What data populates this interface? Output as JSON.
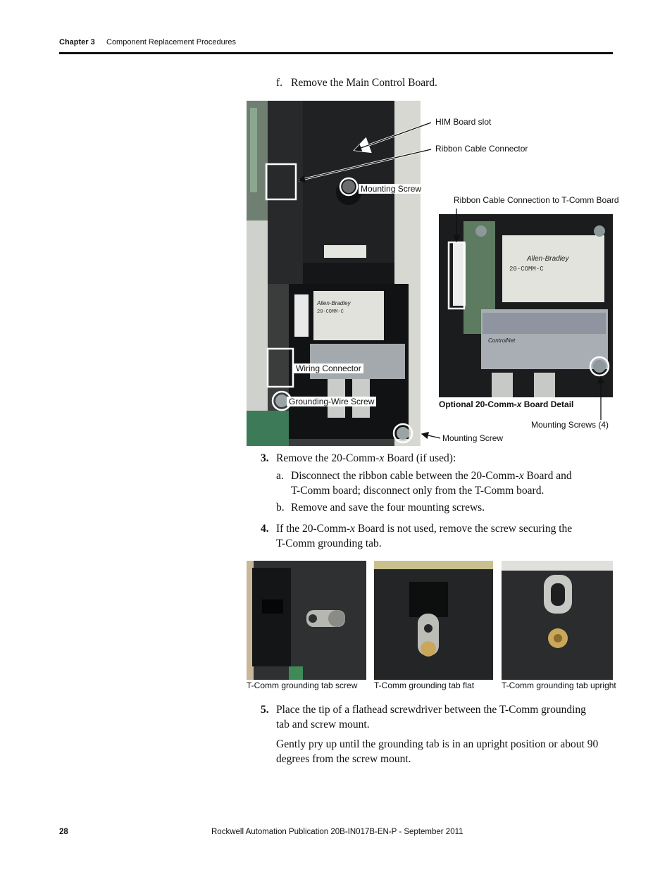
{
  "header": {
    "chapter": "Chapter 3",
    "title": "Component Replacement Procedures"
  },
  "steps": {
    "f_label": "f.",
    "f_text": "Remove the Main Control Board.",
    "s3_num": "3.",
    "s3_pre": "Remove the 20-Comm-",
    "s3_italic": "x",
    "s3_post": " Board (if used):",
    "s3a_label": "a.",
    "s3a_line1_pre": "Disconnect the ribbon cable between the 20-Comm-",
    "s3a_line1_italic": "x",
    "s3a_line1_post": " Board and",
    "s3a_line2": "T-Comm board; disconnect only from the T-Comm board.",
    "s3b_label": "b.",
    "s3b_text": "Remove and save the four mounting screws.",
    "s4_num": "4.",
    "s4_line1_pre": "If the 20-Comm-",
    "s4_line1_italic": "x",
    "s4_line1_post": " Board is not used, remove the screw securing the",
    "s4_line2": "T-Comm grounding tab.",
    "s5_num": "5.",
    "s5_line1": "Place the tip of a flathead screwdriver between the T-Comm grounding",
    "s5_line2": "tab and screw mount.",
    "s5_p2_line1": "Gently pry up until the grounding tab is in an upright position or about 90",
    "s5_p2_line2": "degrees from the screw mount."
  },
  "figure1": {
    "callouts": {
      "him_slot": "HIM Board slot",
      "ribbon_connector": "Ribbon Cable Connector",
      "mounting_screw_top": "Mounting Screw",
      "ribbon_tcomm": "Ribbon Cable Connection to T-Comm Board",
      "wiring_connector": "Wiring Connector",
      "grounding_screw": "Grounding-Wire Screw",
      "mounting_screw_bottom": "Mounting Screw",
      "mounting_screws_4": "Mounting Screws (4)"
    },
    "detail_caption_pre": "Optional 20-Comm-",
    "detail_caption_italic": "x",
    "detail_caption_post": " Board Detail",
    "label_ab": "Allen-Bradley",
    "label_model": "20-COMM-C",
    "label_controlnet": "ControlNet"
  },
  "figure2": {
    "captions": [
      "T-Comm grounding tab screw",
      "T-Comm grounding tab flat",
      "T-Comm grounding tab upright"
    ]
  },
  "footer": {
    "page_number": "28",
    "publication": "Rockwell Automation Publication 20B-IN017B-EN-P - September 2011"
  }
}
